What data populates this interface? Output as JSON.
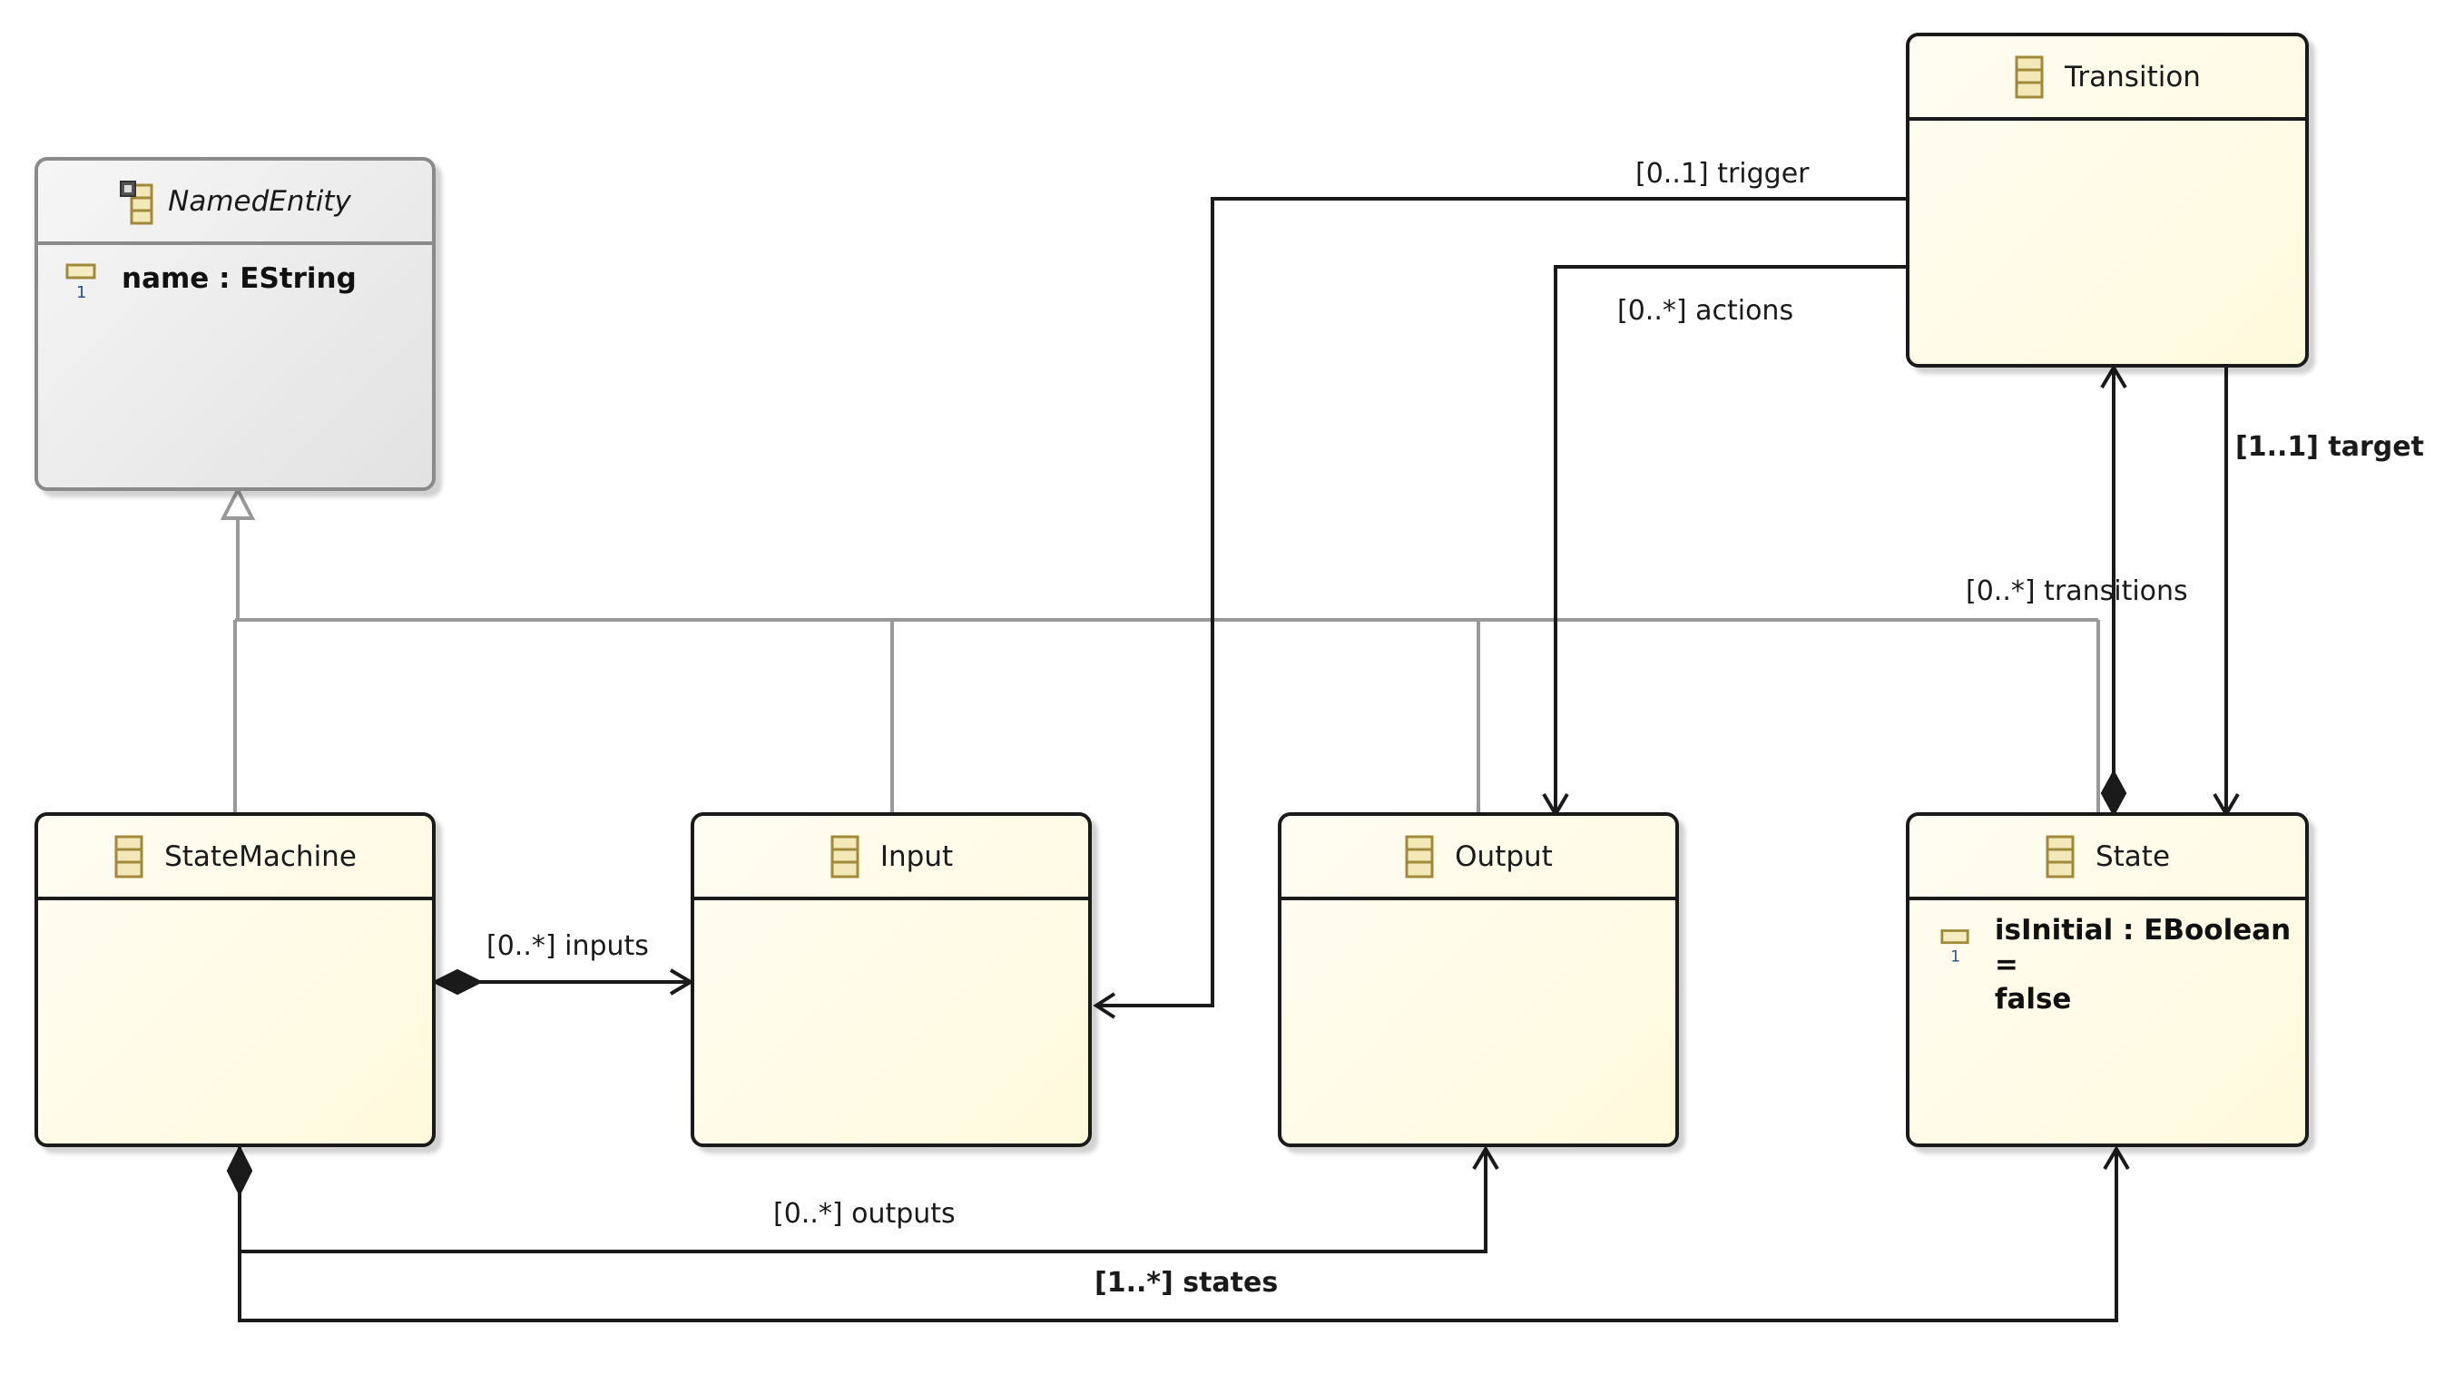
{
  "classes": {
    "named_entity": {
      "name": "NamedEntity",
      "attributes": [
        {
          "multiplicity": "1",
          "text": "name : EString"
        }
      ]
    },
    "transition": {
      "name": "Transition"
    },
    "state_machine": {
      "name": "StateMachine"
    },
    "input": {
      "name": "Input"
    },
    "output": {
      "name": "Output"
    },
    "state": {
      "name": "State",
      "attributes": [
        {
          "multiplicity": "1",
          "text_line1": "isInitial : EBoolean =",
          "text_line2": "false"
        }
      ]
    }
  },
  "edges": {
    "trigger": "[0..1] trigger",
    "actions": "[0..*] actions",
    "target": "[1..1] target",
    "transitions": "[0..*] transitions",
    "inputs": "[0..*] inputs",
    "outputs": "[0..*] outputs",
    "states": "[1..*] states"
  },
  "colors": {
    "class_fill": "#fffae0",
    "abstract_fill": "#ececec",
    "border": "#1a1a1a",
    "inheritance_line": "#999999",
    "icon_gold": "#a08a3a"
  },
  "icons": {
    "class": "eclass-icon",
    "abstract_class": "abstract-eclass-icon",
    "attribute": "eattribute-icon"
  }
}
